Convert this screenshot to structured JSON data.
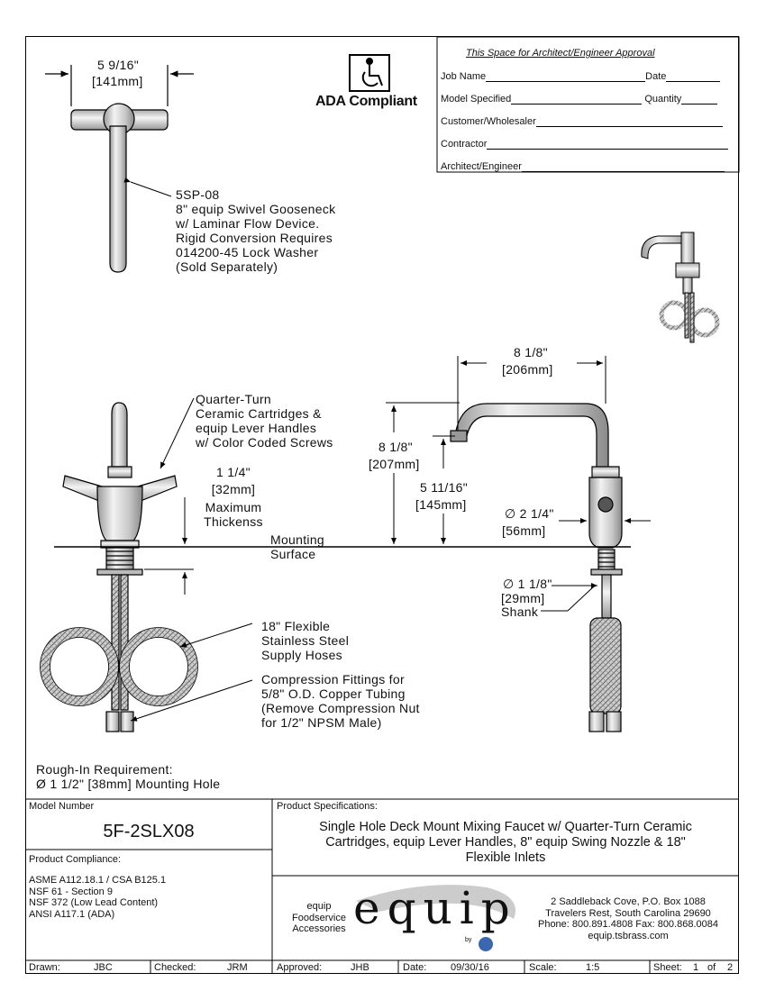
{
  "approval": {
    "title": "This Space for Architect/Engineer Approval",
    "job_name": "Job Name",
    "date": "Date",
    "model_specified": "Model Specified",
    "quantity": "Quantity",
    "customer": "Customer/Wholesaler",
    "contractor": "Contractor",
    "architect": "Architect/Engineer"
  },
  "ada": {
    "label": "ADA Compliant",
    "icon": "wheelchair-icon"
  },
  "top_view": {
    "width_in": "5 9/16\"",
    "width_mm": "[141mm]",
    "gooseneck": [
      "5SP-08",
      "8\" equip Swivel Gooseneck",
      "w/ Laminar Flow Device.",
      "Rigid Conversion Requires",
      "014200-45 Lock Washer",
      "(Sold Separately)"
    ]
  },
  "front_view": {
    "cartridges": [
      "Quarter-Turn",
      "Ceramic Cartridges &",
      "equip Lever Handles",
      "w/ Color Coded Screws"
    ],
    "thickness": [
      "1 1/4\"",
      "[32mm]",
      "Maximum",
      "Thickenss"
    ],
    "mounting": [
      "Mounting",
      "Surface"
    ],
    "hoses": [
      "18\" Flexible",
      "Stainless Steel",
      "Supply Hoses"
    ],
    "fittings": [
      "Compression Fittings for",
      "5/8\" O.D. Copper Tubing",
      "(Remove Compression Nut",
      "for 1/2\" NPSM Male)"
    ]
  },
  "side_view": {
    "reach_in": "8 1/8\"",
    "reach_mm": "[206mm]",
    "height_in": "8 1/8\"",
    "height_mm": "[207mm]",
    "spout_in": "5 11/16\"",
    "spout_mm": "[145mm]",
    "base_in": "∅ 2 1/4\"",
    "base_mm": "[56mm]",
    "shank_in": "∅ 1 1/8\"",
    "shank_mm": "[29mm]",
    "shank": "Shank"
  },
  "rough_in": [
    "Rough-In Requirement:",
    "Ø 1 1/2\" [38mm] Mounting Hole"
  ],
  "model": {
    "label": "Model Number",
    "value": "5F-2SLX08"
  },
  "compliance": {
    "label": "Product Compliance:",
    "items": [
      "ASME A112.18.1 / CSA B125.1",
      "NSF 61 - Section 9",
      "NSF 372 (Low Lead Content)",
      "ANSI A117.1 (ADA)"
    ]
  },
  "specs": {
    "label": "Product Specifications:",
    "lines": [
      "Single Hole Deck Mount Mixing Faucet w/ Quarter-Turn Ceramic",
      "Cartridges, equip Lever Handles, 8\" equip Swing Nozzle & 18\"",
      "Flexible Inlets"
    ]
  },
  "brand": {
    "tag": [
      "equip",
      "Foodservice",
      "Accessories"
    ],
    "logo": "equip",
    "by": "by",
    "address": [
      "2 Saddleback Cove, P.O. Box 1088",
      "Travelers Rest, South Carolina 29690",
      "Phone: 800.891.4808  Fax: 800.868.0084",
      "equip.tsbrass.com"
    ]
  },
  "footer": {
    "drawn_label": "Drawn:",
    "drawn": "JBC",
    "checked_label": "Checked:",
    "checked": "JRM",
    "approved_label": "Approved:",
    "approved": "JHB",
    "date_label": "Date:",
    "date": "09/30/16",
    "scale_label": "Scale:",
    "scale": "1:5",
    "sheet_label": "Sheet:",
    "sheet": "1",
    "of": "of",
    "sheets": "2"
  }
}
